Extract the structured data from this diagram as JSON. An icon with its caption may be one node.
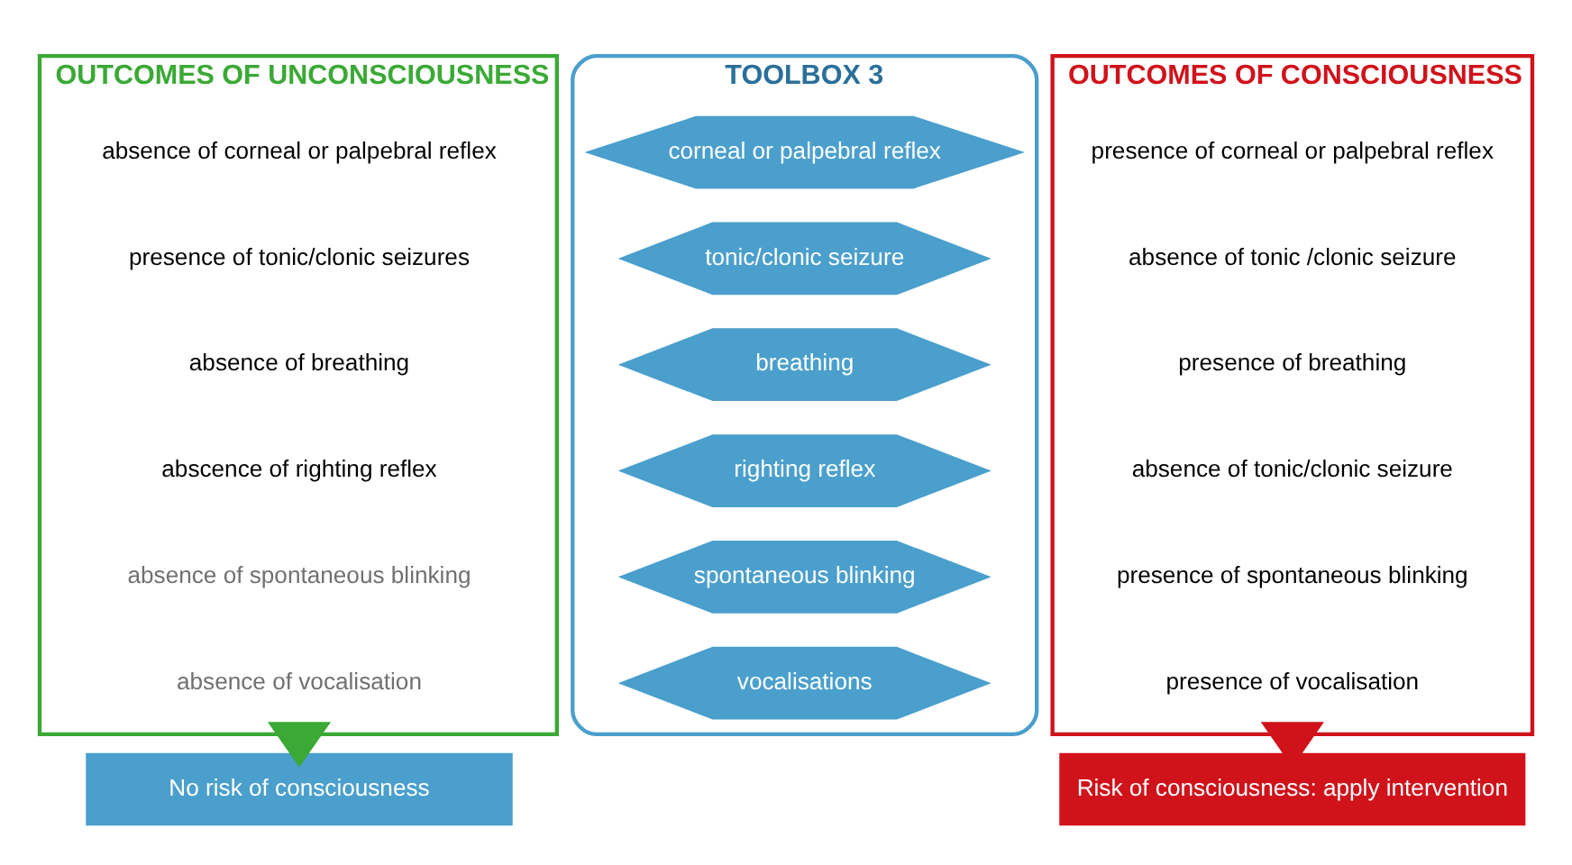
{
  "diagram": {
    "nodes": [
      {
        "text": [
          "OUTCOMES OF UNCONSCIOUSNESS"
        ]
      },
      {
        "text": [
          "absence of corneal or palpebral reflex"
        ],
        "in": 0
      },
      {
        "text": [
          "presence of tonic/clonic seizures"
        ],
        "in": 0
      },
      {
        "text": [
          "absence of breathing"
        ],
        "in": 0
      },
      {
        "text": [
          "abscence of righting reflex"
        ],
        "in": 0
      },
      {
        "text": [
          "absence of spontaneous blinking"
        ],
        "in": 0
      },
      {
        "text": [
          "absence of vocalisation"
        ],
        "in": 0
      },
      {
        "text": [
          "TOOLBOX 3"
        ]
      },
      {
        "text": [
          "corneal or palpebral reflex"
        ],
        "in": 7
      },
      {
        "text": [
          "tonic/clonic seizure"
        ],
        "in": 7
      },
      {
        "text": [
          "breathing"
        ],
        "in": 7
      },
      {
        "text": [
          "righting reflex"
        ],
        "in": 7
      },
      {
        "text": [
          "spontaneous blinking"
        ],
        "in": 7
      },
      {
        "text": [
          "vocalisations"
        ],
        "in": 7
      },
      {
        "text": [
          "OUTCOMES OF CONSCIOUSNESS"
        ]
      },
      {
        "text": [
          "presence of corneal or palpebral reflex"
        ],
        "in": 14
      },
      {
        "text": [
          "absence of tonic /clonic seizure"
        ],
        "in": 14
      },
      {
        "text": [
          "presence of breathing"
        ],
        "in": 14
      },
      {
        "text": [
          "absence of tonic/clonic seizure"
        ],
        "in": 14
      },
      {
        "text": [
          "presence of spontaneous blinking"
        ],
        "in": 14
      },
      {
        "text": [
          "presence of vocalisation"
        ],
        "in": 14
      },
      {
        "text": [
          "No risk of consciousness"
        ]
      },
      {
        "text": [
          "Risk of consciousness: apply intervention"
        ]
      }
    ],
    "edges": [
      {
        "from": 0,
        "to": 21,
        "arrow": "to",
        "style": "thick",
        "color": "#3aa935"
      },
      {
        "from": 14,
        "to": 22,
        "arrow": "to",
        "style": "thick",
        "color": "#d0121b"
      }
    ]
  }
}
